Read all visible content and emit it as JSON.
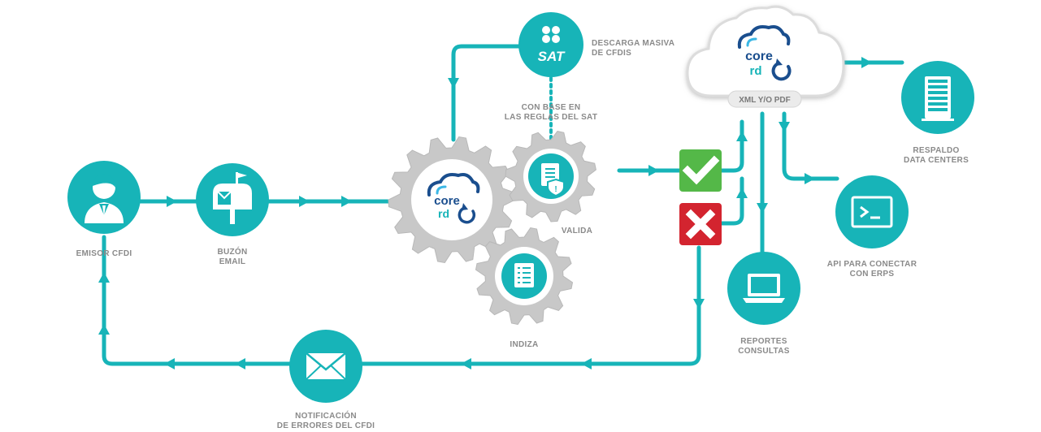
{
  "nodes": {
    "emisor": {
      "label": "EMISOR CFDI"
    },
    "buzon": {
      "line1": "BUZÓN",
      "line2": "EMAIL"
    },
    "notificacion": {
      "line1": "NOTIFICACIÓN",
      "line2": "DE ERRORES DEL CFDI"
    },
    "sat": {
      "icon_text": "SAT",
      "line1": "DESCARGA MASIVA",
      "line2": "DE CFDIS"
    },
    "reglas": {
      "line1": "CON BASE EN",
      "line2": "LAS REGLAS DEL SAT"
    },
    "valida": {
      "label": "VALIDA"
    },
    "indiza": {
      "label": "INDIZA"
    },
    "cloud": {
      "badge": "XML Y/O PDF"
    },
    "respaldo": {
      "line1": "RESPALDO",
      "line2": "DATA CENTERS"
    },
    "api": {
      "line1": "API PARA CONECTAR",
      "line2": "CON ERPS"
    },
    "reportes": {
      "line1": "REPORTES",
      "line2": "CONSULTAS"
    }
  },
  "logo": {
    "word1": "core",
    "word2": "rd"
  },
  "colors": {
    "teal": "#17b4b8",
    "gear": "#c8c8c8",
    "valid": "#54b848",
    "error": "#d3242f",
    "label": "#8a8a8a",
    "logo_blue": "#1a4e8e"
  }
}
